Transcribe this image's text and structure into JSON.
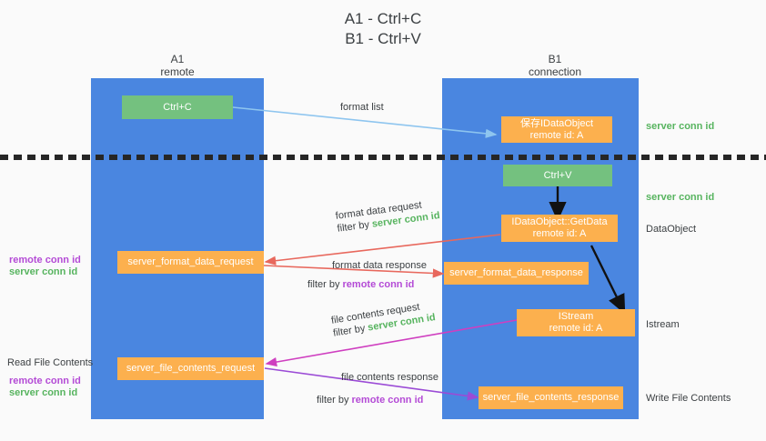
{
  "title": {
    "line1": "A1 - Ctrl+C",
    "line2": "B1 - Ctrl+V"
  },
  "columns": [
    {
      "name": "A1",
      "sub": "remote"
    },
    {
      "name": "B1",
      "sub": "connection"
    }
  ],
  "nodes": {
    "ctrl_c": {
      "label": "Ctrl+C",
      "color": "#74c17f"
    },
    "ctrl_v": {
      "label": "Ctrl+V",
      "color": "#74c17f"
    },
    "save_dataobject": {
      "line1": "保存IDataObject",
      "line2": "remote id: A",
      "color": "#fcb04e"
    },
    "getdata": {
      "line1": "IDataObject::GetData",
      "line2": "remote id: A",
      "color": "#fcb04e"
    },
    "istream": {
      "line1": "IStream",
      "line2": "remote id: A",
      "color": "#fcb04e"
    },
    "server_format_data_request": {
      "label": "server_format_data_request",
      "color": "#fcb04e"
    },
    "server_format_data_response": {
      "label": "server_format_data_response",
      "color": "#fcb04e"
    },
    "server_file_contents_request": {
      "label": "server_file_contents_request",
      "color": "#fcb04e"
    },
    "server_file_contents_response": {
      "label": "server_file_contents_response",
      "color": "#fcb04e"
    }
  },
  "edges": {
    "format_list": {
      "label": "format list"
    },
    "format_data_request": {
      "label": "format data request",
      "filter_prefix": "filter by ",
      "filter_key": "server conn id"
    },
    "format_data_response": {
      "label": "format data response",
      "filter_prefix": "filter by ",
      "filter_key": "remote conn id"
    },
    "file_contents_request": {
      "label": "file contents request",
      "filter_prefix": "filter by ",
      "filter_key": "server conn id"
    },
    "file_contents_response": {
      "label": "file contents response",
      "filter_prefix": "filter by ",
      "filter_key": "remote conn id"
    }
  },
  "annotations": {
    "right_server_conn_id_top": "server conn id",
    "right_server_conn_id_bottom": "server conn id",
    "right_dataobject": "DataObject",
    "right_istream": "Istream",
    "right_write_file_contents": "Write File Contents",
    "left_remote_conn_id_mid": "remote conn id",
    "left_server_conn_id_mid": "server conn id",
    "left_read_file_contents": "Read File Contents",
    "left_remote_conn_id_bottom": "remote conn id",
    "left_server_conn_id_bottom": "server conn id"
  },
  "colors": {
    "lane": "#4a86e0",
    "green_box": "#74c17f",
    "orange_box": "#fcb04e",
    "green_text": "#57b45f",
    "purple_text": "#b44bd6",
    "arrow_lightblue": "#8ec5ef",
    "arrow_red": "#e8685d",
    "arrow_magenta": "#cf3fc0",
    "arrow_purple": "#9b4bd6",
    "arrow_black": "#000000",
    "background": "#fafafa"
  }
}
